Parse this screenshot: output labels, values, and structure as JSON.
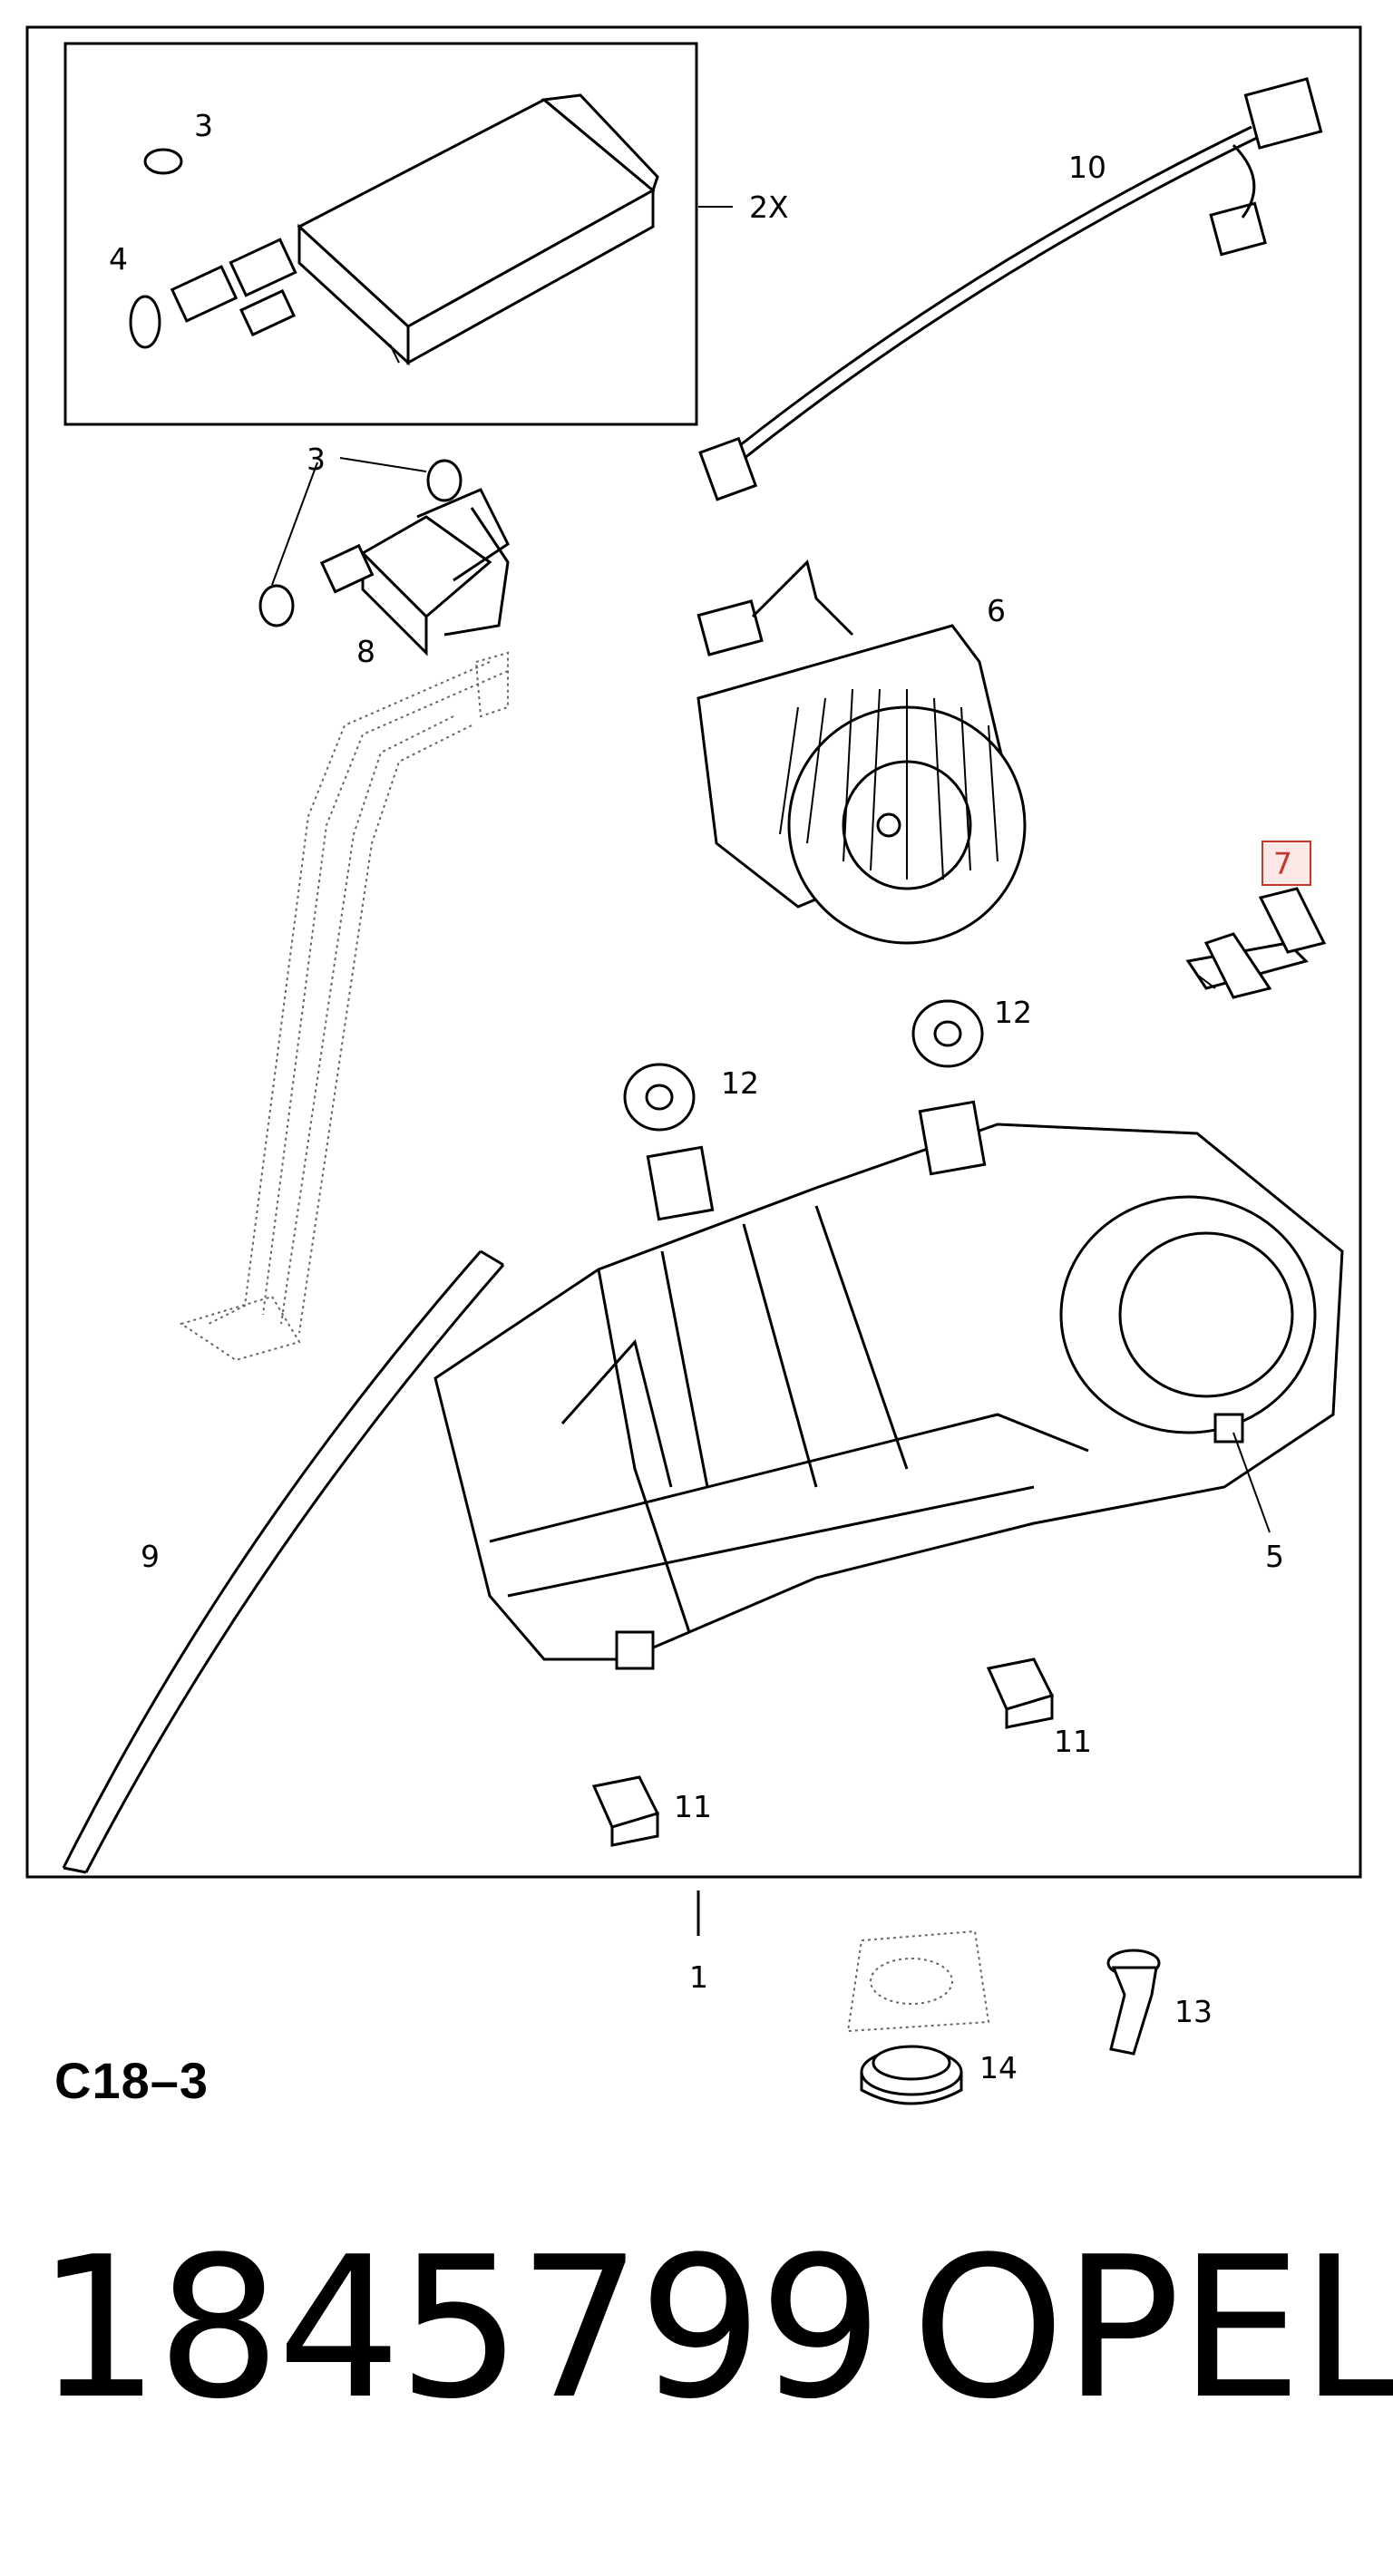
{
  "callouts": {
    "c3a": "3",
    "c4": "4",
    "c2x": "2X",
    "c10": "10",
    "c3b": "3",
    "c8": "8",
    "c6": "6",
    "c7": "7",
    "c12a": "12",
    "c12b": "12",
    "c9": "9",
    "c5": "5",
    "c11a": "11",
    "c11b": "11",
    "c1": "1",
    "c13": "13",
    "c14": "14"
  },
  "labels": {
    "code": "C18–3",
    "part_number": "1845799",
    "brand": "OPEL"
  },
  "colors": {
    "highlight": "#c0392b",
    "highlight_fill": "#fde8e8"
  }
}
